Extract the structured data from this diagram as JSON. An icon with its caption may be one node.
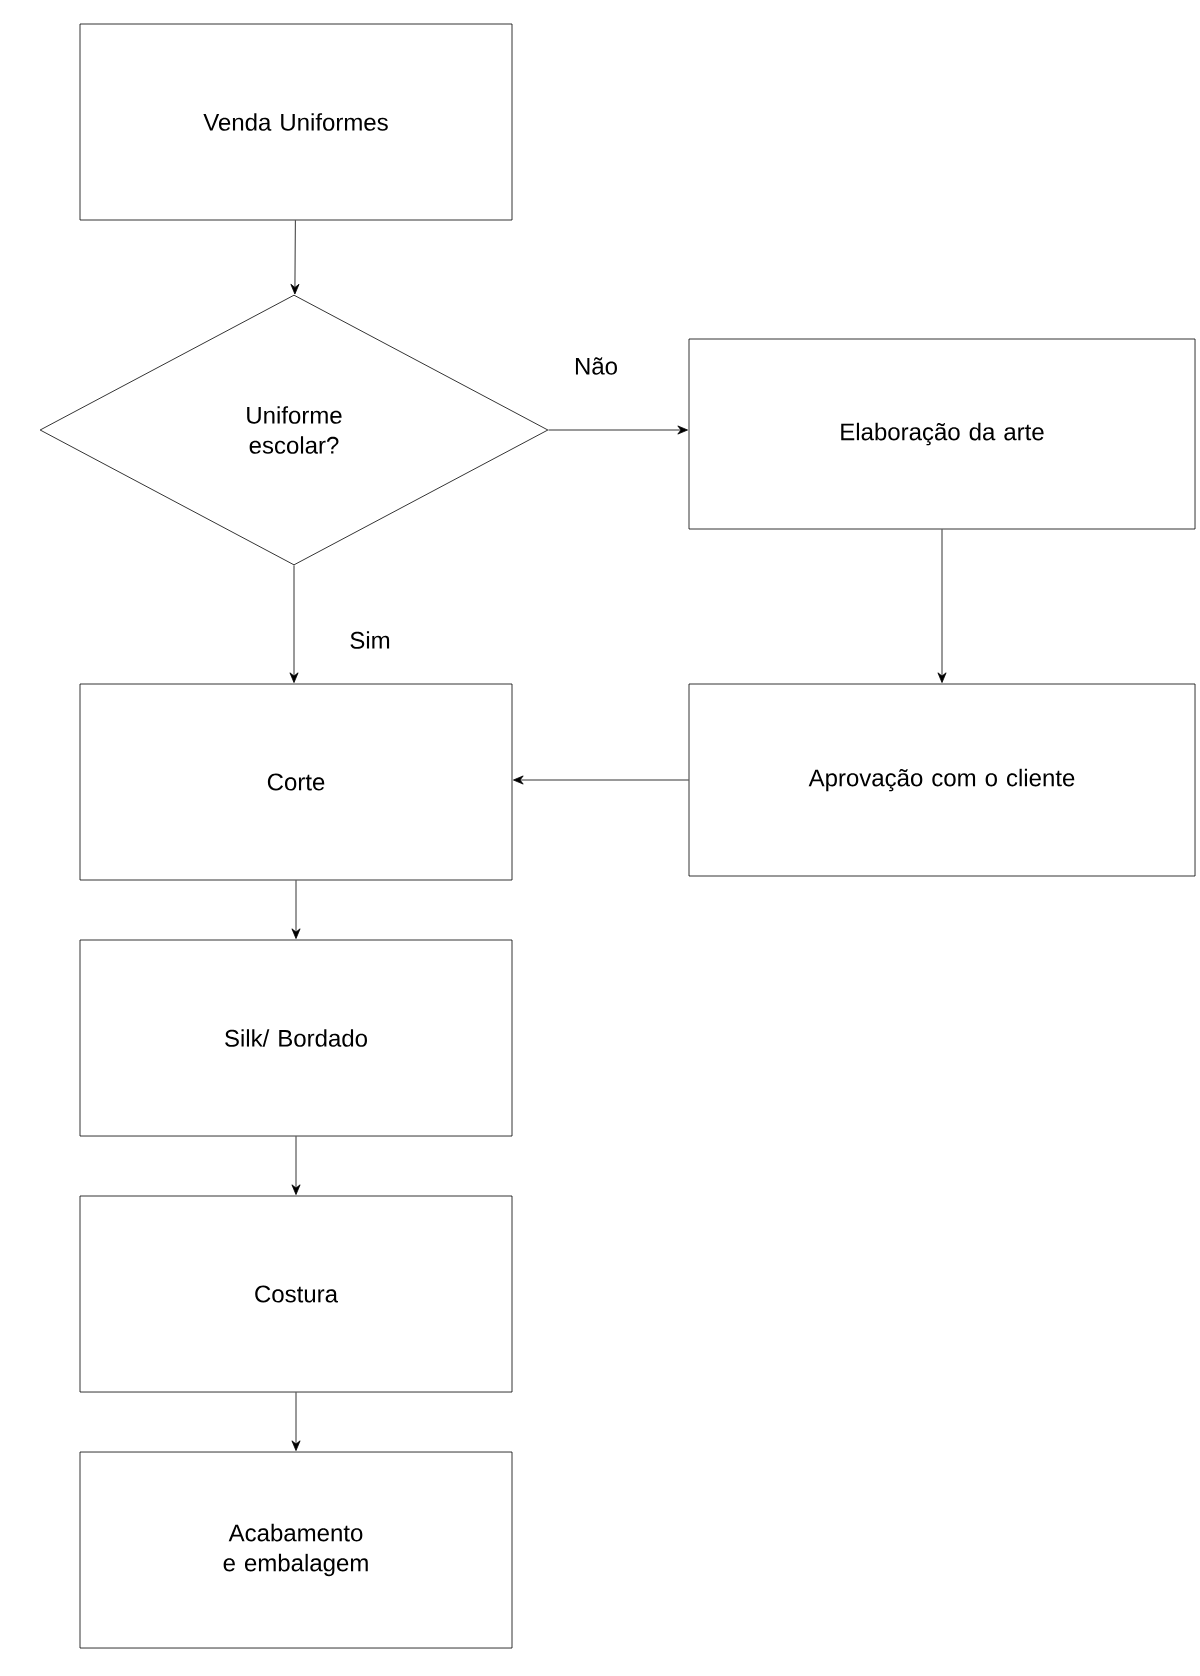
{
  "diagram": {
    "nodes": [
      {
        "text": [
          "Venda Uniformes"
        ]
      },
      {
        "text": [
          "Uniforme escolar?"
        ]
      },
      {
        "text": [
          "Elaboração da arte"
        ]
      },
      {
        "text": [
          "Corte"
        ]
      },
      {
        "text": [
          "Aprovação com o cliente"
        ]
      },
      {
        "text": [
          "Silk/ Bordado"
        ]
      },
      {
        "text": [
          "Costura"
        ]
      },
      {
        "text": [
          "Acabamento e embalagem"
        ]
      }
    ],
    "edges": [
      {
        "from": 0,
        "to": 1,
        "arrow": "to"
      },
      {
        "from": 1,
        "to": 2,
        "arrow": "to",
        "label": "Não"
      },
      {
        "from": 1,
        "to": 3,
        "arrow": "to",
        "label": "Sim"
      },
      {
        "from": 2,
        "to": 4,
        "arrow": "to"
      },
      {
        "from": 4,
        "to": 3,
        "arrow": "to"
      },
      {
        "from": 3,
        "to": 5,
        "arrow": "to"
      },
      {
        "from": 5,
        "to": 6,
        "arrow": "to"
      },
      {
        "from": 6,
        "to": 7,
        "arrow": "to"
      }
    ]
  }
}
